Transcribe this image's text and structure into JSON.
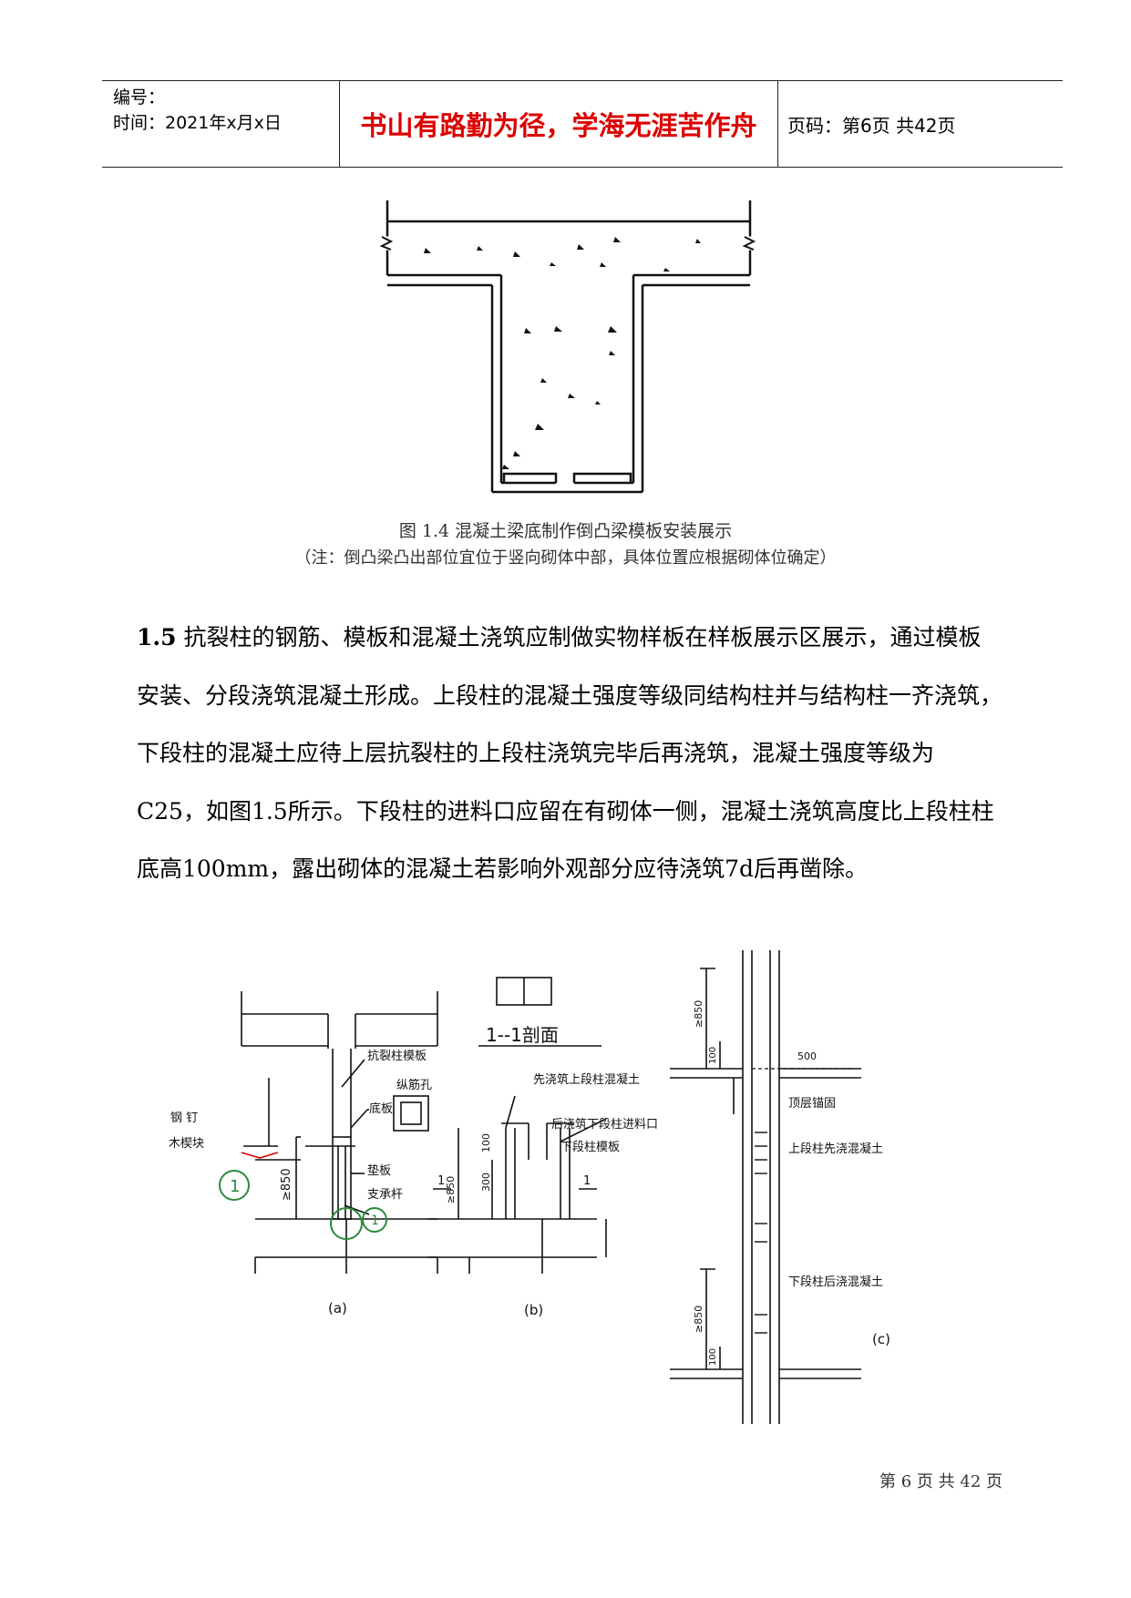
{
  "header": {
    "number_label": "编号：",
    "time_label": "时间：2021年x月x日",
    "motto": "书山有路勤为径，学海无涯苦作舟",
    "page_label": "页码：第6页 共42页"
  },
  "figure_1_4": {
    "caption": "图 1.4  混凝土梁底制作倒凸梁模板安装展示",
    "note": "（注：倒凸梁凸出部位宜位于竖向砌体中部，具体位置应根据砌体位确定）"
  },
  "section_1_5": {
    "number": "1.5",
    "text": "抗裂柱的钢筋、模板和混凝土浇筑应制做实物样板在样板展示区展示，通过模板安装、分段浇筑混凝土形成。上段柱的混凝土强度等级同结构柱并与结构柱一齐浇筑，下段柱的混凝土应待上层抗裂柱的上段柱浇筑完毕后再浇筑，混凝土强度等级为C25，如图1.5所示。下段柱的进料口应留在有砌体一侧，混凝土浇筑高度比上段柱柱底高100mm，露出砌体的混凝土若影响外观部分应待浇筑7d后再凿除。"
  },
  "figure_1_5": {
    "a": {
      "label": "(a)",
      "formwork": "抗裂柱模板",
      "bar_hole": "纵筋孔",
      "base_plate": "底板",
      "pad": "垫板",
      "support": "支承杆",
      "nail": "钢  钉",
      "wedge": "木楔块",
      "dim": "≥850",
      "marker": "1"
    },
    "b": {
      "label": "(b)",
      "section": "1--1剖面",
      "upper_first": "先浇筑上段柱混凝土",
      "lower_inlet": "后浇筑下段柱进料口",
      "lower_form": "下段柱模板",
      "d100": "100",
      "d300": "300",
      "d850": "≥850",
      "cut": "1"
    },
    "c": {
      "label": "(c)",
      "d850_top": "≥850",
      "d100_top": "100",
      "d500": "500",
      "top_anchor": "顶层锚固",
      "upper_pour": "上段柱先浇混凝土",
      "lower_pour": "下段柱后浇混凝土",
      "d850_bot": "≥850",
      "d100_bot": "100"
    }
  },
  "footer": {
    "page_text": "第 6 页 共 42 页"
  }
}
